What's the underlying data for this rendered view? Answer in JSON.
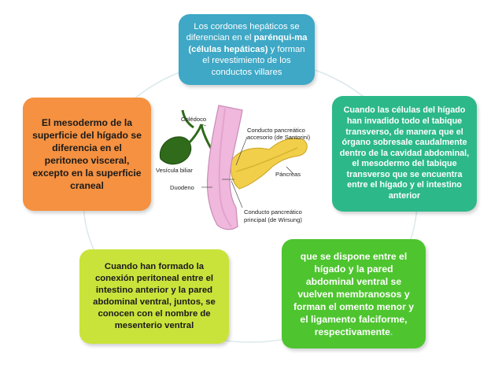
{
  "cycle": {
    "top": {
      "text_before": "Los cordones hepáticos se diferencian en el ",
      "bold": "parénqui-ma (células hepáticas)",
      "text_after": " y forman el revestimiento de los conductos villares"
    },
    "right": "Cuando las células del hígado han invadido todo el tabique transverso, de manera que el órgano sobresale caudalmente dentro de la cavidad abdominal, el mesodermo del tabique transverso que se encuentra entre el hígado y el intestino anterior",
    "bottom_right": {
      "text": "que se dispone entre el hígado y la pared abdominal ventral se vuelven membranosos y forman el omento menor y el ligamento falciforme, respectivamente",
      "trailing": "."
    },
    "bottom_left": "Cuando han formado la conexión peritoneal entre el intestino anterior y la pared abdominal ventral, juntos, se conocen con el nombre de mesenterio ventral",
    "left": "El mesodermo de la superficie del hígado se diferencia en el peritoneo visceral, excepto en la superficie craneal"
  },
  "illustration": {
    "labels": {
      "coledoco": "Colédoco",
      "vesicula": "Vesícula biliar",
      "duodeno": "Duodeno",
      "santorini_1": "Conducto pancreático",
      "santorini_2": "accesorio (de Santorini)",
      "pancreas": "Páncreas",
      "wirsung_1": "Conducto pancreático",
      "wirsung_2": "principal (de Wirsung)"
    }
  },
  "colors": {
    "top": "#3ea8c6",
    "right": "#2db88a",
    "bottom_right": "#4ec52f",
    "bottom_left": "#c9e33b",
    "left": "#f59140",
    "ring": "#d6e6ea"
  }
}
